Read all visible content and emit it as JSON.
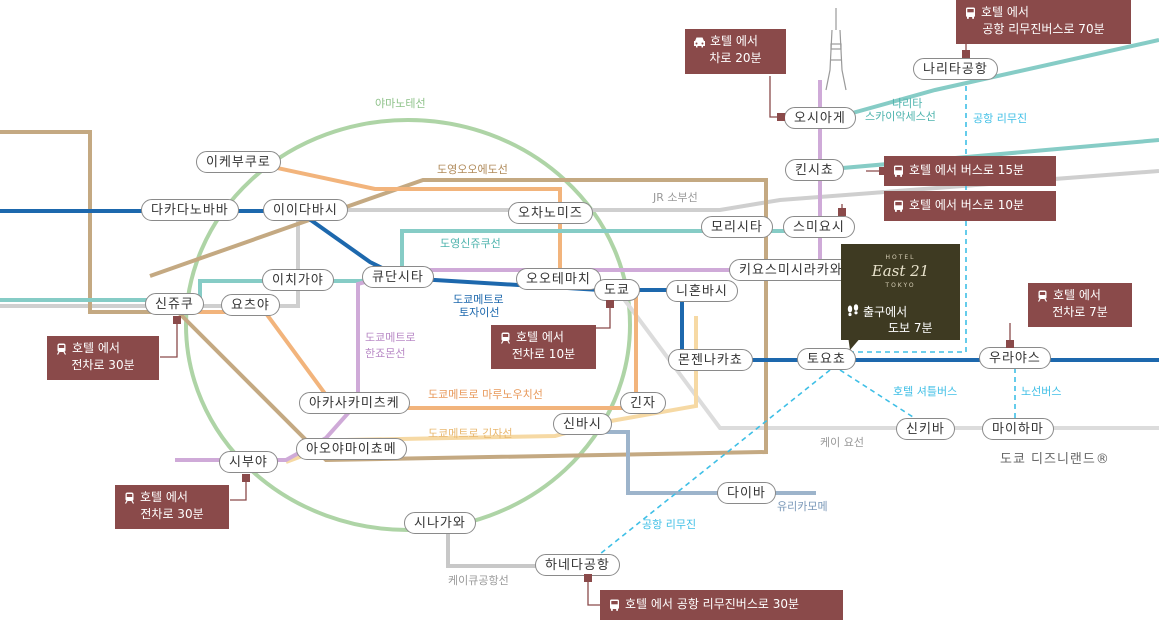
{
  "stations": {
    "takadanobaba": "다카다노바바",
    "iidabashi": "이이다바시",
    "ikebukuro": "이케부쿠로",
    "ochanomizu": "오차노미즈",
    "ichigaya": "이치가야",
    "kudanshita": "큐단시타",
    "otemachi": "오오테마치",
    "tokyo": "도쿄",
    "nihonbashi": "니혼바시",
    "shinjuku": "신쥬쿠",
    "yotsuya": "요츠야",
    "akasakamitsuke": "아카사카미츠케",
    "aoyamaitchome": "아오야마이쵸메",
    "shibuya": "시부야",
    "shinbashi": "신바시",
    "ginza": "긴자",
    "monzennakacho": "몬젠나카쵸",
    "toyocho": "토요쵸",
    "oshiage": "오시아게",
    "kinshicho": "킨시쵸",
    "morishita": "모리시타",
    "sumiyoshi": "스미요시",
    "kiyosumishirakawa": "키요스미시라카와",
    "daiba": "다이바",
    "shinagawa": "시나가와",
    "haneda": "하네다공항",
    "narita": "나리타공항",
    "urayasu": "우라야스",
    "shinkiba": "신키바",
    "maihama": "마이하마"
  },
  "lines": {
    "yamanote": "야마노테선",
    "oedo": "도영오오에도선",
    "jr_sobu": "JR 소부선",
    "shinjuku": "도영신쥬쿠선",
    "tozai_1": "도쿄메트로",
    "tozai_2": "토자이선",
    "hanzomon_1": "도쿄메트로",
    "hanzomon_2": "한죠몬선",
    "marunouchi": "도쿄메트로 마루노우치선",
    "ginza": "도쿄메트로 긴자선",
    "keiyo": "케이 요선",
    "yurikamome": "유리카모메",
    "keikyu": "케이큐공항선",
    "narita_sky_1": "나리타",
    "narita_sky_2": "스카이악세스선",
    "limo_narita": "공항 리무진",
    "limo_haneda": "공항 리무진",
    "hotel_shuttle": "호텔 셔틀버스",
    "route_bus": "노선버스"
  },
  "callouts": {
    "oshiage": {
      "line1": "호텔 에서",
      "line2": "차로 20분",
      "icon": "car-icon"
    },
    "narita": {
      "line1": "호텔 에서",
      "line2": "공항 리무진버스로 70분",
      "icon": "bus-icon"
    },
    "kinshicho": {
      "line1": "호텔 에서 버스로 15분",
      "icon": "bus-icon"
    },
    "sumiyoshi": {
      "line1": "호텔 에서 버스로 10분",
      "icon": "bus-icon"
    },
    "urayasu": {
      "line1": "호텔 에서",
      "line2": "전차로 7분",
      "icon": "train-icon"
    },
    "tokyo": {
      "line1": "호텔 에서",
      "line2": "전차로 10분",
      "icon": "train-icon"
    },
    "shinjuku": {
      "line1": "호텔 에서",
      "line2": "전차로 30분",
      "icon": "train-icon"
    },
    "shibuya": {
      "line1": "호텔 에서",
      "line2": "전차로 30분",
      "icon": "train-icon"
    },
    "haneda": {
      "line1": "호텔 에서 공항 리무진버스로 30분",
      "icon": "bus-icon"
    }
  },
  "hotel": {
    "logo_top": "HOTEL",
    "logo_main": "East 21",
    "logo_bottom": "TOKYO",
    "walk_line1": "출구에서",
    "walk_line2": "도보 7분",
    "icon": "footprints-icon"
  },
  "disney": "도쿄 디즈니랜드®",
  "colors": {
    "yamanote": "#a8d0a0",
    "oedo": "#c2a47a",
    "jr_sobu": "#c8c8c8",
    "shinjuku_line": "#7ccac4",
    "tozai": "#1c6ab0",
    "hanzomon": "#c7a6d2",
    "marunouchi": "#f0b07a",
    "ginza": "#f5d7a0",
    "yurikamome": "#9ab2ca",
    "keiyo": "#dadada",
    "limo": "#3fbfe6",
    "callout": "#8a4a4a",
    "hotel": "#3e3a22"
  }
}
